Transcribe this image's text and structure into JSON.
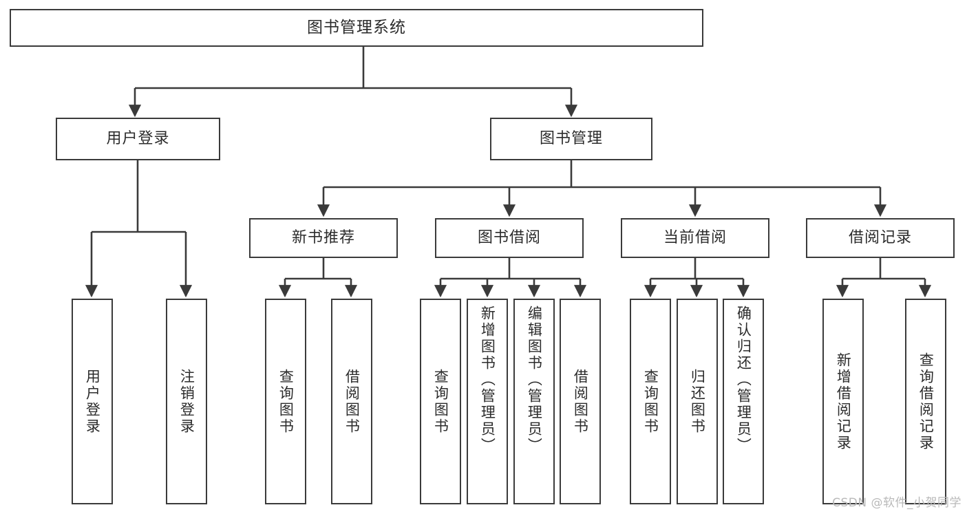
{
  "diagram": {
    "title": "图书管理系统",
    "watermark": "CSDN @软件_小贺同学",
    "line_color": "#3a3a3a",
    "box_fill": "#ffffff",
    "text_color": "#2b2b2b",
    "root": {
      "label": "图书管理系统"
    },
    "level1": [
      {
        "label": "用户登录"
      },
      {
        "label": "图书管理"
      }
    ],
    "level2": [
      {
        "label": "新书推荐"
      },
      {
        "label": "图书借阅"
      },
      {
        "label": "当前借阅"
      },
      {
        "label": "借阅记录"
      }
    ],
    "leaves": {
      "user_login": [
        {
          "label": "用户登录"
        },
        {
          "label": "注销登录"
        }
      ],
      "new_book_recommend": [
        {
          "label": "查询图书"
        },
        {
          "label": "借阅图书"
        }
      ],
      "book_borrow": [
        {
          "label": "查询图书"
        },
        {
          "label": "新增图书（管理员）"
        },
        {
          "label": "编辑图书（管理员）"
        },
        {
          "label": "借阅图书"
        }
      ],
      "current_borrow": [
        {
          "label": "查询图书"
        },
        {
          "label": "归还图书"
        },
        {
          "label": "确认归还（管理员）"
        }
      ],
      "borrow_record": [
        {
          "label": "新增借阅记录"
        },
        {
          "label": "查询借阅记录"
        }
      ]
    }
  }
}
